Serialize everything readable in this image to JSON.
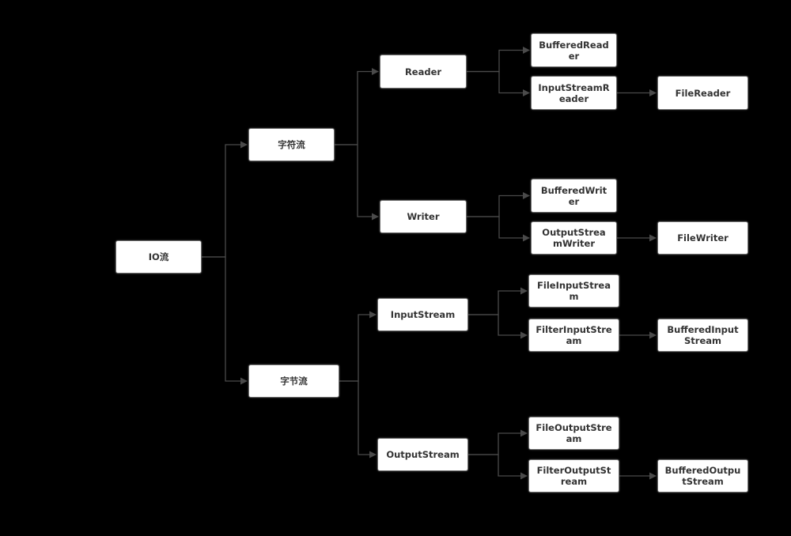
{
  "diagram": {
    "background": "#000000",
    "line_color": "#4a4a4a",
    "node_fill": "#ffffff",
    "node_text_color": "#333333",
    "nodes": {
      "io": "IO流",
      "char_stream": "字符流",
      "byte_stream": "字节流",
      "reader": "Reader",
      "writer": "Writer",
      "input_stream": "InputStream",
      "output_stream": "OutputStream",
      "buffered_reader": "BufferedReader",
      "input_stream_reader": "InputStreamReader",
      "file_reader": "FileReader",
      "buffered_writer": "BufferedWriter",
      "output_stream_writer": "OutputStreamWriter",
      "file_writer": "FileWriter",
      "file_input_stream": "FileInputStream",
      "filter_input_stream": "FilterInputStream",
      "buffered_input_stream": "BufferedInputStream",
      "file_output_stream": "FileOutputStream",
      "filter_output_stream": "FilterOutputStream",
      "buffered_output_stream": "BufferedOutputStream"
    },
    "edges": [
      [
        "io",
        "char_stream"
      ],
      [
        "io",
        "byte_stream"
      ],
      [
        "char_stream",
        "reader"
      ],
      [
        "char_stream",
        "writer"
      ],
      [
        "byte_stream",
        "input_stream"
      ],
      [
        "byte_stream",
        "output_stream"
      ],
      [
        "reader",
        "buffered_reader"
      ],
      [
        "reader",
        "input_stream_reader"
      ],
      [
        "input_stream_reader",
        "file_reader"
      ],
      [
        "writer",
        "buffered_writer"
      ],
      [
        "writer",
        "output_stream_writer"
      ],
      [
        "output_stream_writer",
        "file_writer"
      ],
      [
        "input_stream",
        "file_input_stream"
      ],
      [
        "input_stream",
        "filter_input_stream"
      ],
      [
        "filter_input_stream",
        "buffered_input_stream"
      ],
      [
        "output_stream",
        "file_output_stream"
      ],
      [
        "output_stream",
        "filter_output_stream"
      ],
      [
        "filter_output_stream",
        "buffered_output_stream"
      ]
    ]
  }
}
